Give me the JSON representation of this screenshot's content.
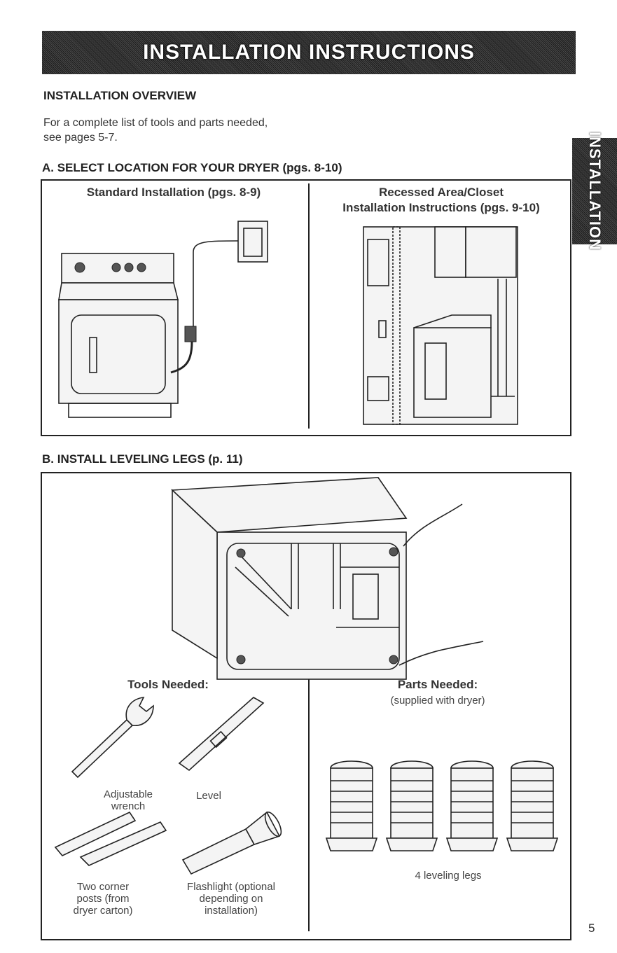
{
  "header": {
    "title": "INSTALLATION INSTRUCTIONS",
    "side_tab": "INSTALLATION"
  },
  "overview": {
    "heading": "INSTALLATION OVERVIEW",
    "text": "For a complete list of tools and parts needed, see pages 5-7."
  },
  "section_a": {
    "heading": "A. SELECT LOCATION FOR YOUR DRYER (pgs. 8-10)",
    "standard_line": "Standard Installation (pgs. 8-9)",
    "recessed_line1": "Recessed Area/Closet",
    "recessed_line2": "Installation Instructions (pgs. 9-10)"
  },
  "section_b": {
    "heading": "B. INSTALL LEVELING LEGS (p. 11)",
    "tools_heading": "Tools Needed:",
    "parts_heading": "Parts Needed:",
    "parts_sub": "(supplied with dryer)",
    "tools": {
      "wrench": [
        "Adjustable",
        "wrench"
      ],
      "level": "Level",
      "posts": [
        "Two corner",
        "posts (from",
        "dryer carton)"
      ],
      "flashlight": [
        "Flashlight (optional",
        "depending on",
        "installation)"
      ]
    },
    "legs_label": "4 leveling legs"
  },
  "page_number": "5"
}
